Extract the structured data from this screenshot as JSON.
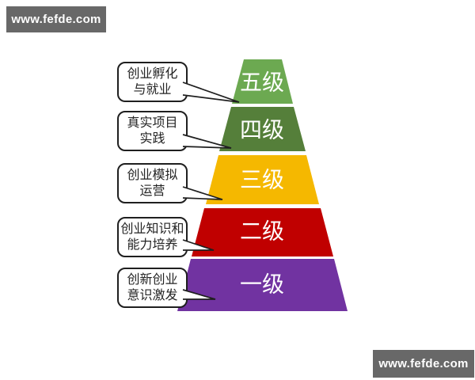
{
  "watermark": {
    "text": "www.fefde.com",
    "bg_color": "#686868"
  },
  "pyramid": {
    "levels": [
      {
        "label": "五级",
        "color": "#6CA951",
        "callout_line1": "创业孵化",
        "callout_line2": "与就业"
      },
      {
        "label": "四级",
        "color": "#557F3A",
        "callout_line1": "真实项目",
        "callout_line2": "实践"
      },
      {
        "label": "三级",
        "color": "#F5B800",
        "callout_line1": "创业模拟",
        "callout_line2": "运营"
      },
      {
        "label": "二级",
        "color": "#C00000",
        "callout_line1": "创业知识和",
        "callout_line2": "能力培养"
      },
      {
        "label": "一级",
        "color": "#7133A1",
        "callout_line1": "创新创业",
        "callout_line2": "意识激发"
      }
    ],
    "outline_color": "#1f1f1f"
  }
}
